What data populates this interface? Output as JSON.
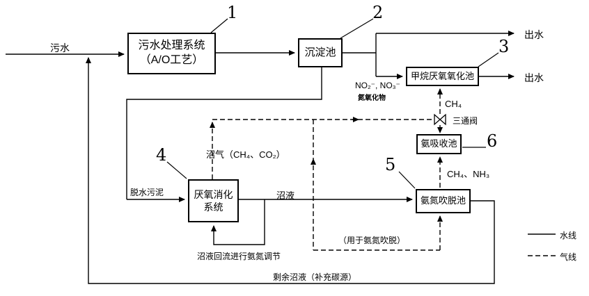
{
  "figure": {
    "boxes": {
      "sewage_system": {
        "line1": "污水处理系统",
        "line2": "（A/O工艺）"
      },
      "sedimentation": {
        "label": "沉淀池"
      },
      "methane_oxidation": {
        "label": "甲烷厌氧氧化池"
      },
      "anaerobic_digestion": {
        "line1": "厌氧消化",
        "line2": "系统"
      },
      "ammonia_stripping": {
        "label": "氨氮吹脱池"
      },
      "ammonia_absorption": {
        "label": "氨吸收池"
      }
    },
    "numbers": {
      "n1": "1",
      "n2": "2",
      "n3": "3",
      "n4": "4",
      "n5": "5",
      "n6": "6"
    },
    "labels": {
      "influent": "污水",
      "effluent_top": "出水",
      "effluent_mid": "出水",
      "nitrate_line1": "NO₂⁻, NO₃⁻",
      "nitrate_line2": "氮氧化物",
      "ch4": "CH₄",
      "three_way_valve": "三通阀",
      "biogas": "沼气（CH₄、CO₂）",
      "dewatered_sludge": "脱水污泥",
      "digestate": "沼液",
      "digestate_reflux": "沼液回流进行氨氮调节",
      "ch4_nh3": "CH₄、NH₃",
      "for_ammonia_stripping": "（用于氨氮吹脱）",
      "residual_digestate": "剩余沼液（补充碳源）",
      "legend_water_line": "水线",
      "legend_gas_line": "气线"
    },
    "colors": {
      "line": "#000000",
      "background": "#ffffff"
    }
  }
}
